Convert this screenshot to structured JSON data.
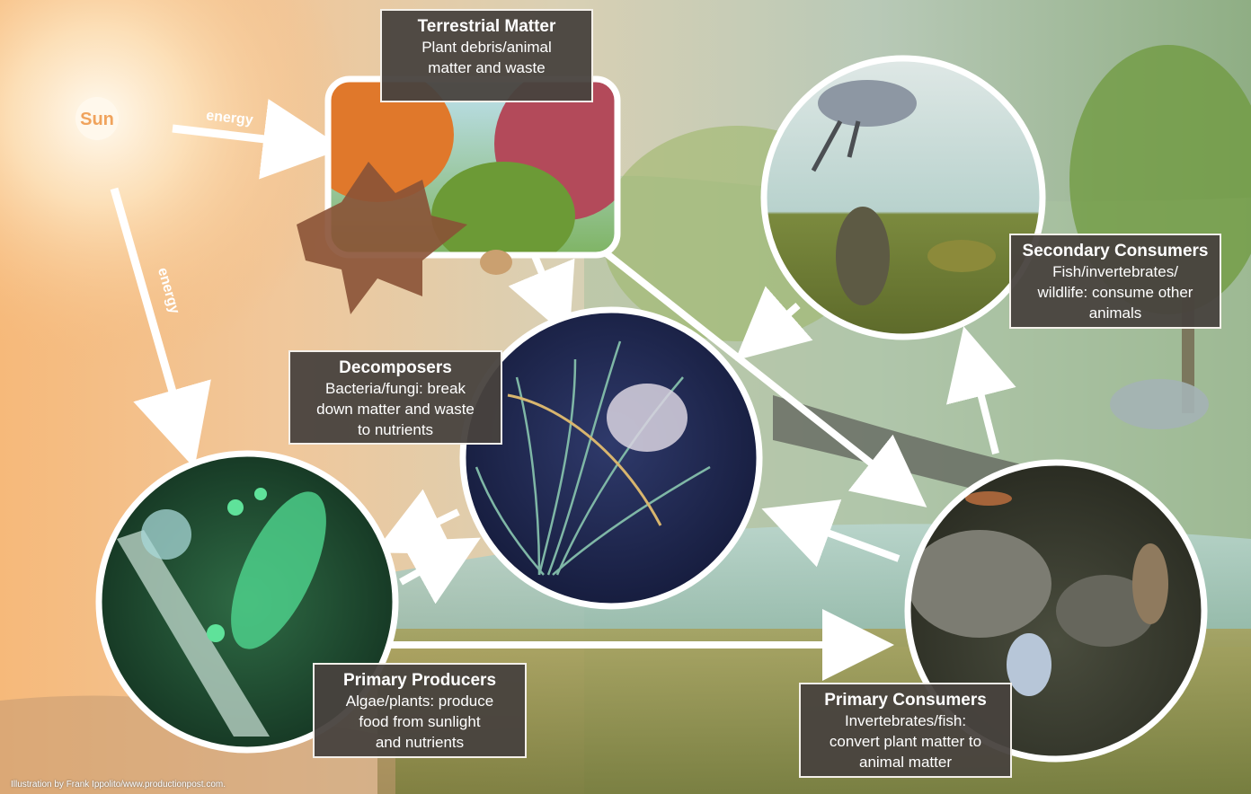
{
  "sun": {
    "label": "Sun"
  },
  "arrows": {
    "energy_label": "energy"
  },
  "nodes": {
    "terrestrial": {
      "title": "Terrestrial Matter",
      "desc": [
        "Plant debris/animal",
        "matter and waste"
      ]
    },
    "decomposers": {
      "title": "Decomposers",
      "desc": [
        "Bacteria/fungi: break",
        "down matter and waste",
        "to nutrients"
      ]
    },
    "secondary": {
      "title": "Secondary Consumers",
      "desc": [
        "Fish/invertebrates/",
        "wildlife: consume other",
        "animals"
      ]
    },
    "producers": {
      "title": "Primary Producers",
      "desc": [
        "Algae/plants: produce",
        "food from sunlight",
        "and nutrients"
      ]
    },
    "primary_consumers": {
      "title": "Primary Consumers",
      "desc": [
        "Invertebrates/fish:",
        "convert plant matter to",
        "animal matter"
      ]
    }
  },
  "credit": "Illustration by Frank Ippolito/www.productionpost.com.",
  "colors": {
    "box_fill": "#48423e",
    "box_border": "#f4f0ea",
    "arrow": "#ffffff",
    "sun_glow": "#fff3d6",
    "water": "#9fc8c0",
    "decomposer_bg": "#202a52",
    "producer_bg": "#1f4a2e"
  }
}
